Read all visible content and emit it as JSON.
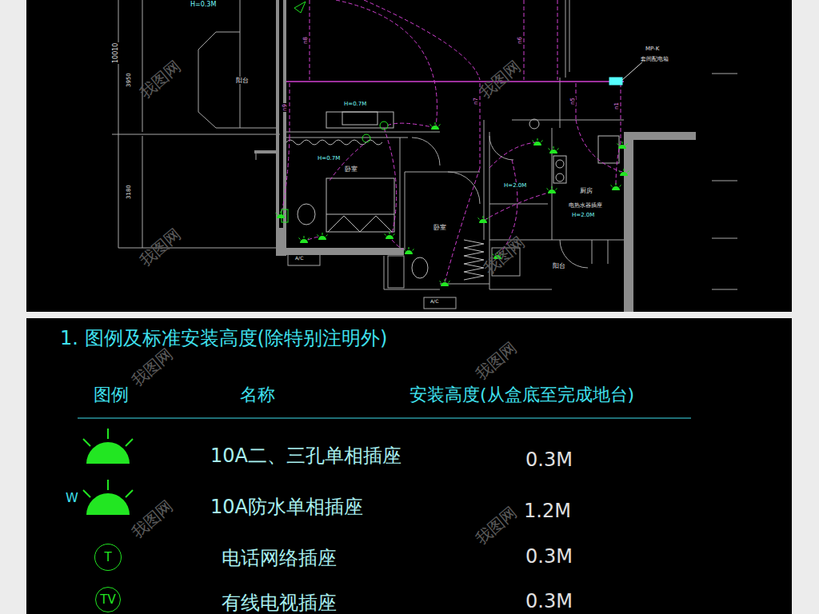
{
  "diagram": {
    "title": "1. 图例及标准安装高度(除特别注明外)",
    "nodes": [
      {
        "text": [
          "T"
        ]
      },
      {
        "text": [
          "TV"
        ]
      }
    ],
    "labels": [
      "H=0.3M",
      "10010",
      "3950",
      "3180",
      "阳台",
      "n8",
      "n9",
      "n6",
      "n7",
      "n5",
      "n1",
      "H=0.7M",
      "H=0.7M",
      "卧室",
      "卧室",
      "MP-K",
      "套间配电箱",
      "H=2.0M",
      "厨房",
      "电热水器插座",
      "H=2.0M",
      "阳台",
      "A/C",
      "A/C",
      "图例",
      "名称",
      "安装高度(从盒底至完成地台)",
      "W",
      "0.3M",
      "1.2M",
      "0.3M",
      "0.3M",
      "我图网",
      "我图网",
      "我图网",
      "我图网",
      "我图网",
      "我图网",
      "我图网",
      "我图网"
    ],
    "legend": [
      {
        "text": "10A二、三孔单相插座"
      },
      {
        "text": "10A防水单相插座"
      },
      {
        "text": "电话网络插座"
      },
      {
        "text": "有线电视插座"
      }
    ]
  }
}
